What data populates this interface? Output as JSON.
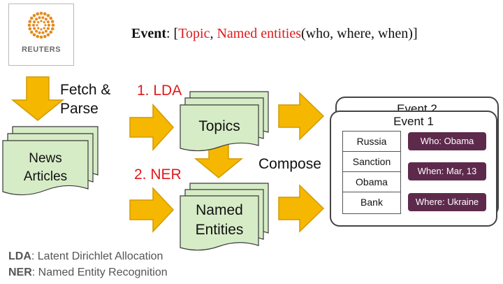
{
  "logo": {
    "wordmark": "REUTERS"
  },
  "event_header": {
    "prefix": "Event",
    "colon": ": [",
    "topic": "Topic",
    "comma": ", ",
    "named_entities": "Named entities",
    "suffix": "(who, where, when)]"
  },
  "fetch_label": {
    "line1": "Fetch &",
    "line2": "Parse"
  },
  "news_articles": {
    "line1": "News",
    "line2": "Articles"
  },
  "step_lda": "1. LDA",
  "step_ner": "2. NER",
  "topics_label": "Topics",
  "named_entities_box": {
    "line1": "Named",
    "line2": "Entities"
  },
  "compose_label": "Compose",
  "event2_title": "Event 2",
  "event1": {
    "title": "Event 1",
    "keywords": [
      "Russia",
      "Sanction",
      "Obama",
      "Bank"
    ],
    "attributes": [
      "Who: Obama",
      "When: Mar, 13",
      "Where: Ukraine"
    ]
  },
  "legend": [
    {
      "abbr": "LDA",
      "text": ": Latent Dirichlet Allocation"
    },
    {
      "abbr": "NER",
      "text": ": Named Entity Recognition"
    }
  ],
  "colors": {
    "arrow_fill": "#f5b700",
    "arrow_stroke": "#d39a00",
    "doc_fill": "#d6ecc6",
    "doc_stroke": "#3a3a3a",
    "red_text": "#e0191b",
    "pill_fill": "#5e2a4c",
    "logo_dots": "#e58a1f"
  },
  "icons": {
    "logo": "reuters-dot-ring-icon"
  }
}
